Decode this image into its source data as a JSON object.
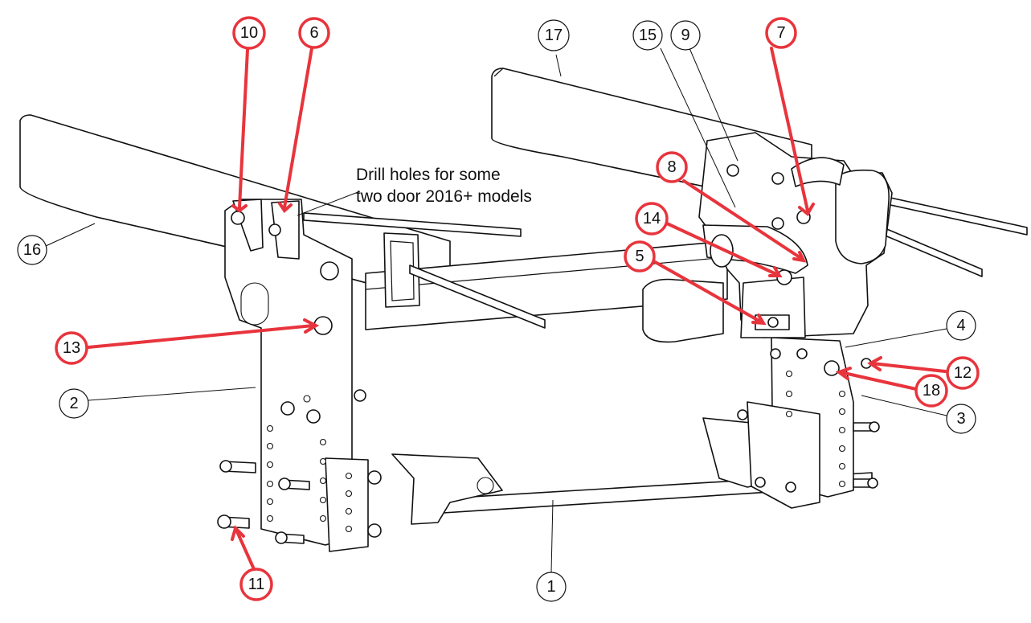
{
  "note": {
    "line1": "Drill holes for some",
    "line2": "two door 2016+ models"
  },
  "callouts": {
    "c1": "1",
    "c2": "2",
    "c3": "3",
    "c4": "4",
    "c5": "5",
    "c6": "6",
    "c7": "7",
    "c8": "8",
    "c9": "9",
    "c10": "10",
    "c11": "11",
    "c12": "12",
    "c13": "13",
    "c14": "14",
    "c15": "15",
    "c16": "16",
    "c17": "17",
    "c18": "18"
  },
  "colors": {
    "highlight": "#e8343c",
    "line": "#111111",
    "background": "#ffffff"
  }
}
